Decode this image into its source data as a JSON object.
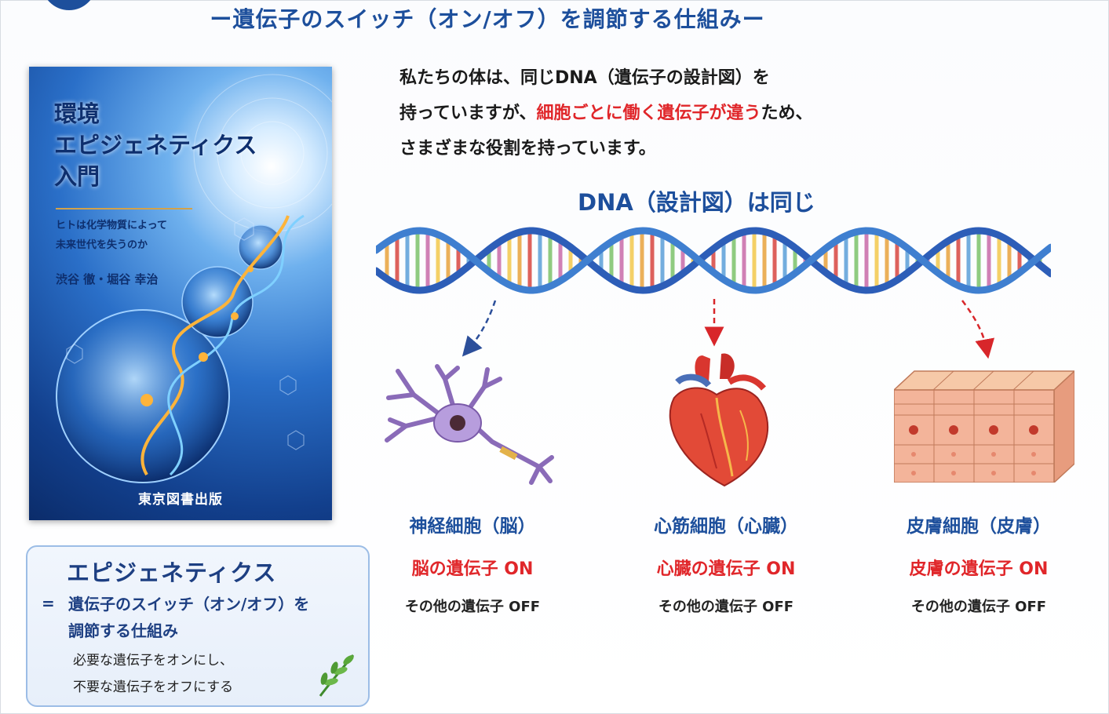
{
  "title": "ー遺伝子のスイッチ（オン/オフ）を調節する仕組みー",
  "book": {
    "title": "環境\nエピジェネティクス\n入門",
    "subtitle": "ヒトは化学物質によって\n未来世代を失うのか",
    "authors": "渋谷 徹・堀谷 幸治",
    "publisher": "東京図書出版"
  },
  "info_box": {
    "heading": "エピジェネティクス",
    "equals": "=",
    "definition": "遺伝子のスイッチ（オン/オフ）を\n調節する仕組み",
    "note": "必要な遺伝子をオンにし、\n不要な遺伝子をオフにする"
  },
  "intro": {
    "line1": "私たちの体は、同じDNA（遺伝子の設計図）を",
    "line2_a": "持っていますが、",
    "line2_highlight": "細胞ごとに働く遺伝子が違う",
    "line2_b": "ため、",
    "line3": "さまざまな役割を持っています。"
  },
  "dna_label": "DNA（設計図）は同じ",
  "cells": [
    {
      "name": "神経細胞（脳）",
      "on": "脳の遺伝子 ON",
      "off": "その他の遺伝子 OFF",
      "icon": "neuron-icon"
    },
    {
      "name": "心筋細胞（心臓）",
      "on": "心臓の遺伝子 ON",
      "off": "その他の遺伝子 OFF",
      "icon": "heart-icon"
    },
    {
      "name": "皮膚細胞（皮膚）",
      "on": "皮膚の遺伝子 ON",
      "off": "その他の遺伝子 OFF",
      "icon": "skin-tissue-icon"
    }
  ],
  "colors": {
    "accent_blue": "#1d4f9c",
    "highlight_red": "#e0262a",
    "arrow_blue": "#2c4f9a",
    "arrow_red": "#d8262a"
  }
}
